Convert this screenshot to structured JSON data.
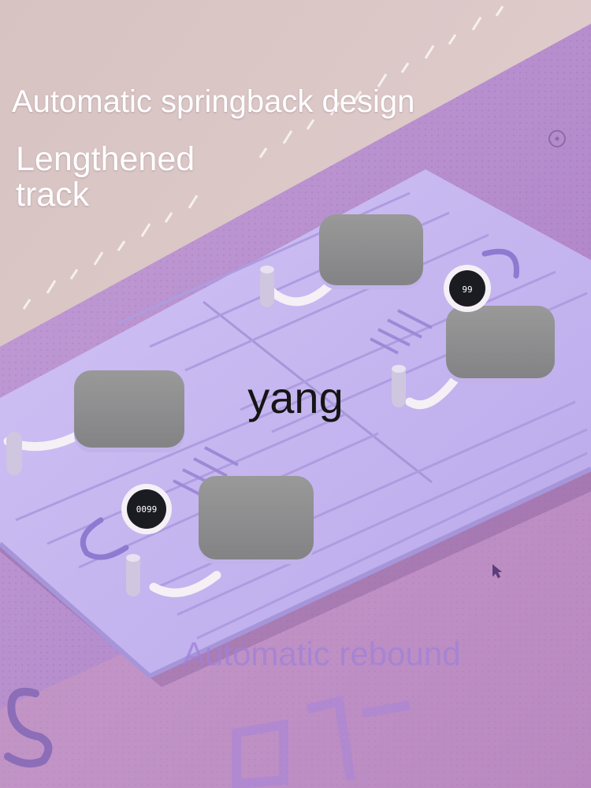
{
  "captions": {
    "top": "Automatic springback design",
    "middle": "Lengthened track",
    "bottom": "Automatic rebound"
  },
  "watermark": "yang",
  "displays": {
    "upper": "99",
    "lower": "0099"
  },
  "icons": [
    "cursor-arrow-icon"
  ],
  "colors": {
    "background": "#d9c5c7",
    "mat": "#b78ece",
    "board": "#c6b6ef",
    "pad": "#8d8d8f",
    "handle": "#f4f0f6"
  }
}
